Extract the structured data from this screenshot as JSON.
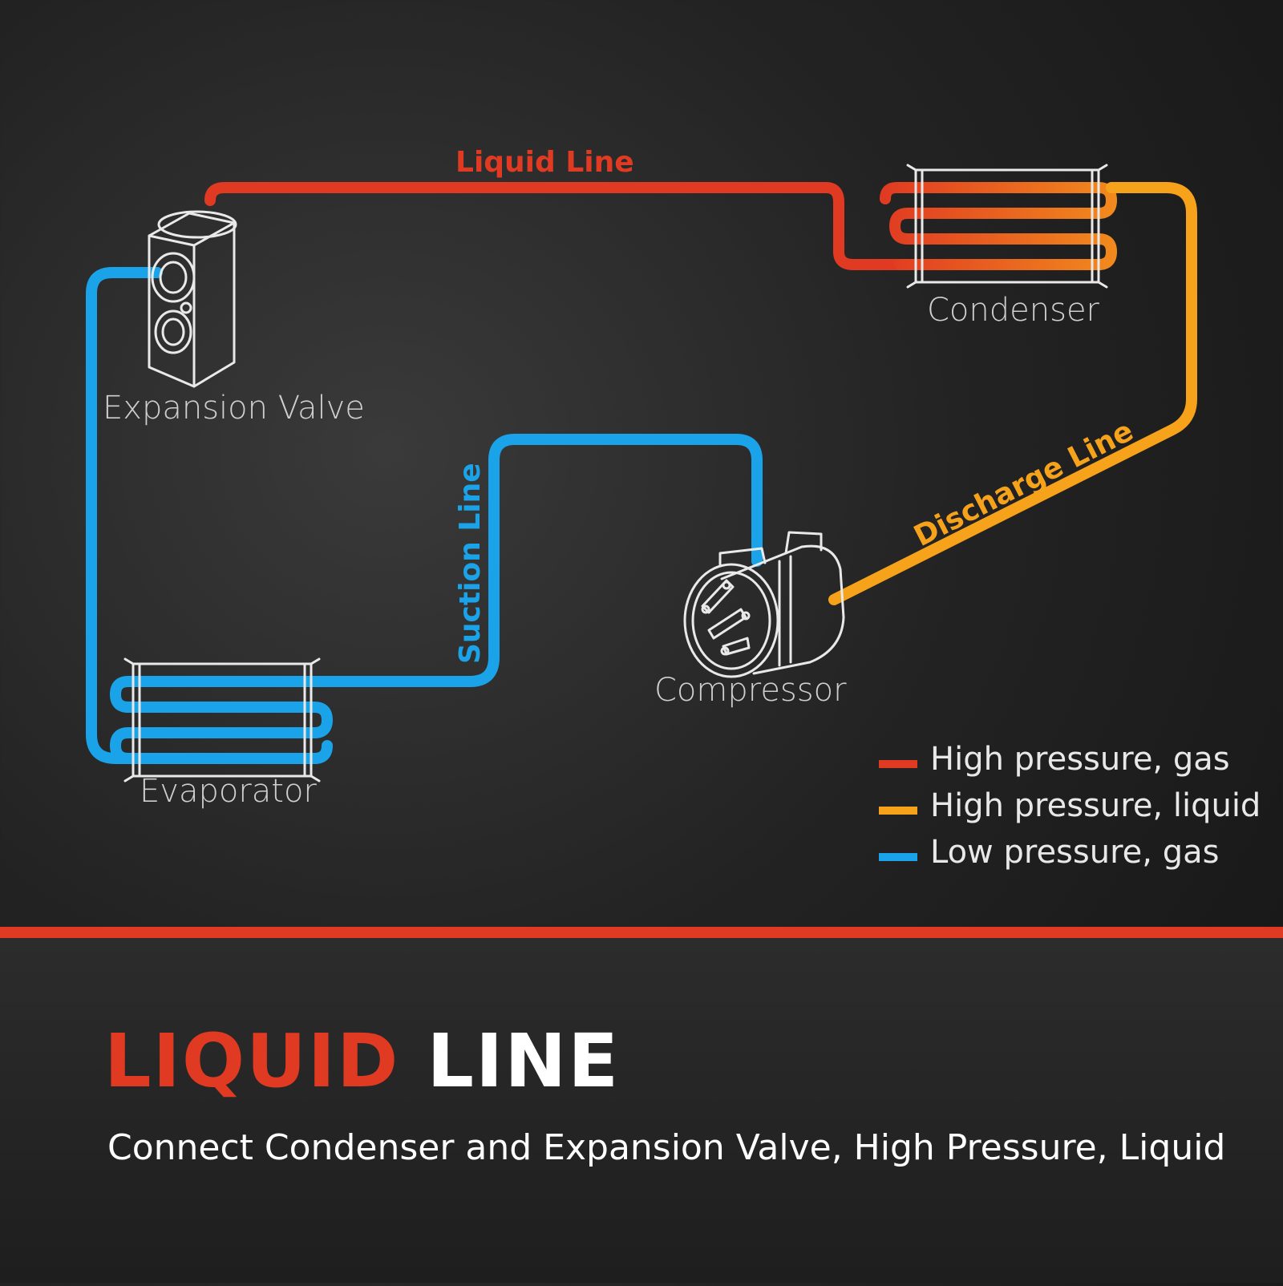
{
  "colors": {
    "high_pressure_gas": "#e03a22",
    "high_pressure_liquid": "#f7a21b",
    "low_pressure_gas": "#1aa3e8",
    "background": "#232323"
  },
  "components": {
    "expansion_valve": "Expansion Valve",
    "condenser": "Condenser",
    "compressor": "Compressor",
    "evaporator": "Evaporator"
  },
  "lines": {
    "liquid": "Liquid Line",
    "suction": "Suction Line",
    "discharge": "Discharge Line"
  },
  "legend": [
    {
      "label": "High pressure, gas",
      "color": "#e03a22"
    },
    {
      "label": "High pressure, liquid",
      "color": "#f7a21b"
    },
    {
      "label": "Low pressure, gas",
      "color": "#1aa3e8"
    }
  ],
  "headline": {
    "part1": "LIQUID",
    "part2": "LINE"
  },
  "subheadline": "Connect Condenser and Expansion Valve, High Pressure, Liquid"
}
